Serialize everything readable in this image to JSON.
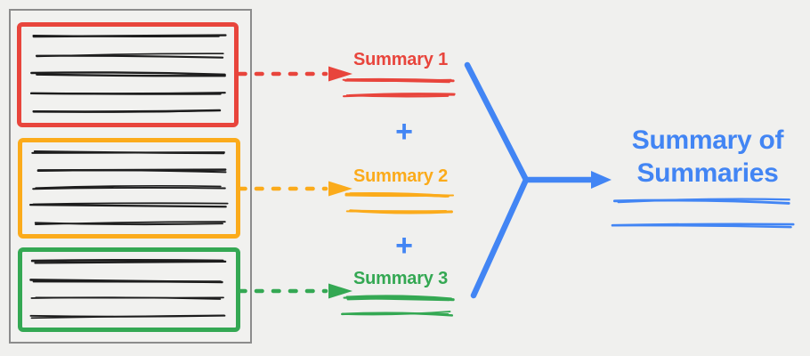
{
  "page": {
    "background": "#f0f0ee"
  },
  "document": {
    "border_color": "#8c8c8c",
    "ink_color": "#1d1d1d",
    "section_line_counts": [
      5,
      5,
      4
    ]
  },
  "summaries": [
    {
      "label": "Summary 1",
      "color": "#e8453c"
    },
    {
      "label": "Summary 2",
      "color": "#fbab1b"
    },
    {
      "label": "Summary 3",
      "color": "#34a853"
    }
  ],
  "operators": {
    "plus": "+"
  },
  "result": {
    "label": "Summary of Summaries",
    "line1": "Summary of",
    "line2": "Summaries",
    "color": "#4285f4"
  }
}
